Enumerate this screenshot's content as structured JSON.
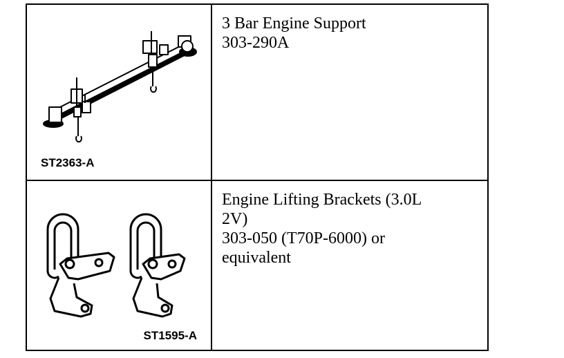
{
  "tools": [
    {
      "name_lines": [
        "3 Bar Engine Support",
        "303-290A"
      ],
      "image_id": "ST2363-A",
      "icon": "engine-support-bar-illustration"
    },
    {
      "name_lines": [
        "Engine Lifting Brackets (3.0L",
        "2V)",
        "303-050 (T70P-6000) or",
        "equivalent"
      ],
      "image_id": "ST1595-A",
      "icon": "lifting-bracket-illustration"
    }
  ]
}
